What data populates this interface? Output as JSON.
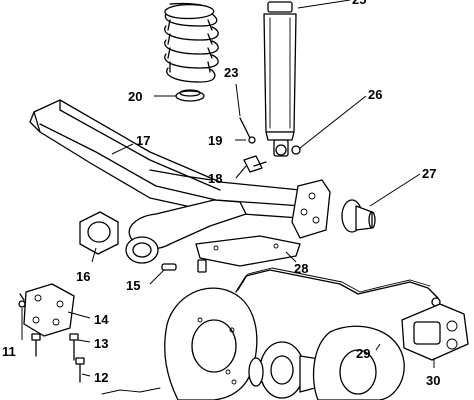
{
  "labels": {
    "l11": "11",
    "l12": "12",
    "l13": "13",
    "l14": "14",
    "l15": "15",
    "l16": "16",
    "l17": "17",
    "l18": "18",
    "l19": "19",
    "l20": "20",
    "l23": "23",
    "l25": "25",
    "l26": "26",
    "l27": "27",
    "l28": "28",
    "l29": "29",
    "l30": "30"
  }
}
